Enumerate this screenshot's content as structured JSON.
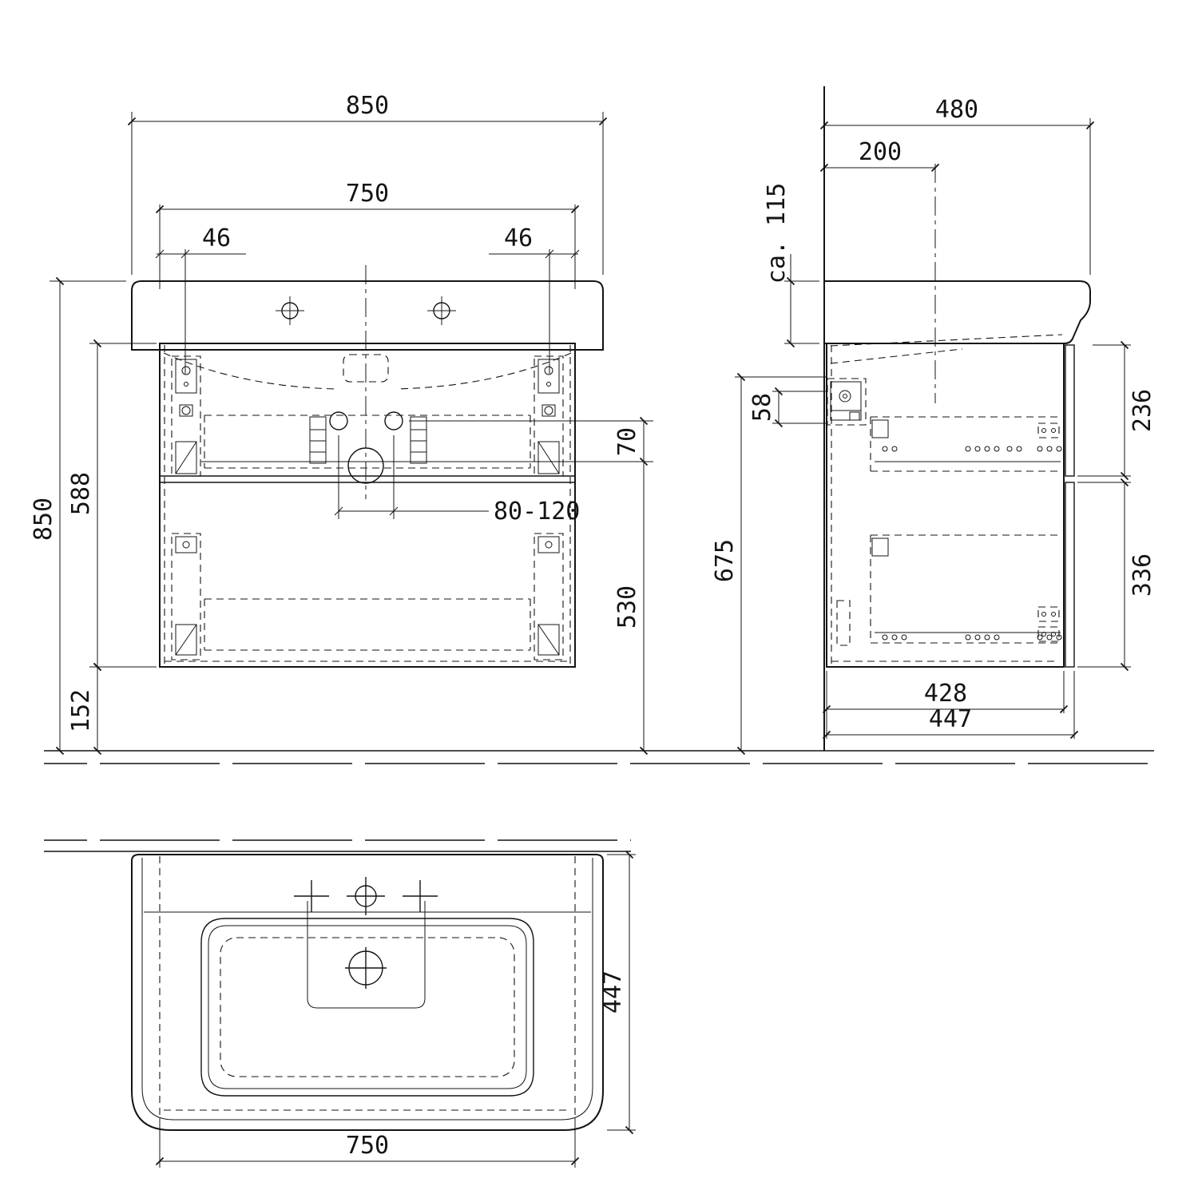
{
  "views": {
    "front": {
      "dims": {
        "total_width": "850",
        "basin_width": "750",
        "offset_left": "46",
        "offset_right": "46",
        "total_height": "850",
        "cabinet_height": "588",
        "clearance": "152",
        "drain_offset": "70",
        "fixing_range": "80-120",
        "drain_height": "530"
      }
    },
    "side": {
      "dims": {
        "total_depth": "480",
        "tap_distance": "200",
        "basin_front_height": "ca. 115",
        "bracket": "58",
        "underside_height": "675",
        "upper_drawer": "236",
        "lower_drawer": "336",
        "body_depth": "428",
        "cabinet_depth": "447"
      }
    },
    "top": {
      "dims": {
        "depth": "447",
        "width": "750"
      }
    }
  }
}
